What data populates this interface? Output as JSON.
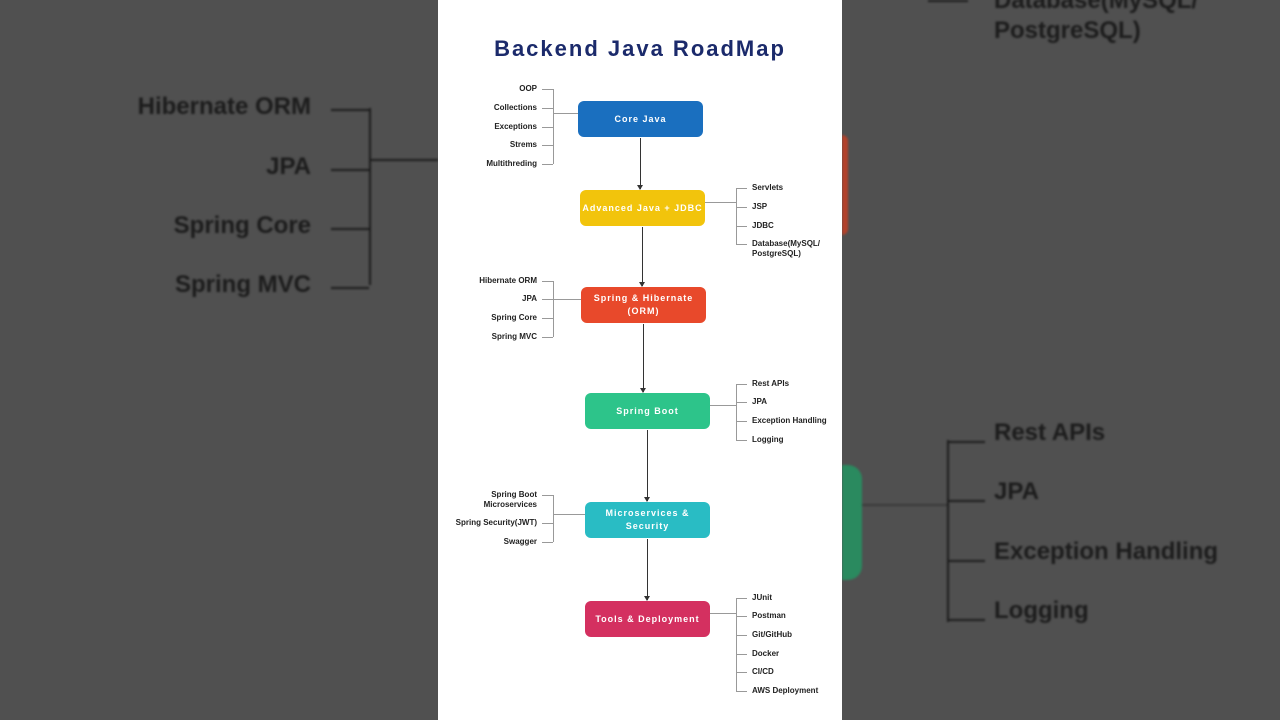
{
  "title": "Backend Java RoadMap",
  "nodes": [
    {
      "label": "Core Java",
      "color": "#1a6fbf",
      "side": "left",
      "items": [
        "OOP",
        "Collections",
        "Exceptions",
        "Strems",
        "Multithreding"
      ]
    },
    {
      "label": "Advanced Java + JDBC",
      "color": "#f2c40c",
      "side": "right",
      "items": [
        "Servlets",
        "JSP",
        "JDBC",
        "Database(MySQL/ PostgreSQL)"
      ]
    },
    {
      "label": "Spring & Hibernate (ORM)",
      "color": "#e8492b",
      "side": "left",
      "items": [
        "Hibernate ORM",
        "JPA",
        "Spring Core",
        "Spring MVC"
      ]
    },
    {
      "label": "Spring Boot",
      "color": "#2dc48a",
      "side": "right",
      "items": [
        "Rest APIs",
        "JPA",
        "Exception Handling",
        "Logging"
      ]
    },
    {
      "label": "Microservices & Security",
      "color": "#29bcc4",
      "side": "left",
      "items": [
        "Spring Boot Microservices",
        "Spring Security(JWT)",
        "Swagger"
      ]
    },
    {
      "label": "Tools & Deployment",
      "color": "#d43060",
      "side": "right",
      "items": [
        "JUnit",
        "Postman",
        "Git/GitHub",
        "Docker",
        "CI/CD",
        "AWS Deployment"
      ]
    }
  ]
}
